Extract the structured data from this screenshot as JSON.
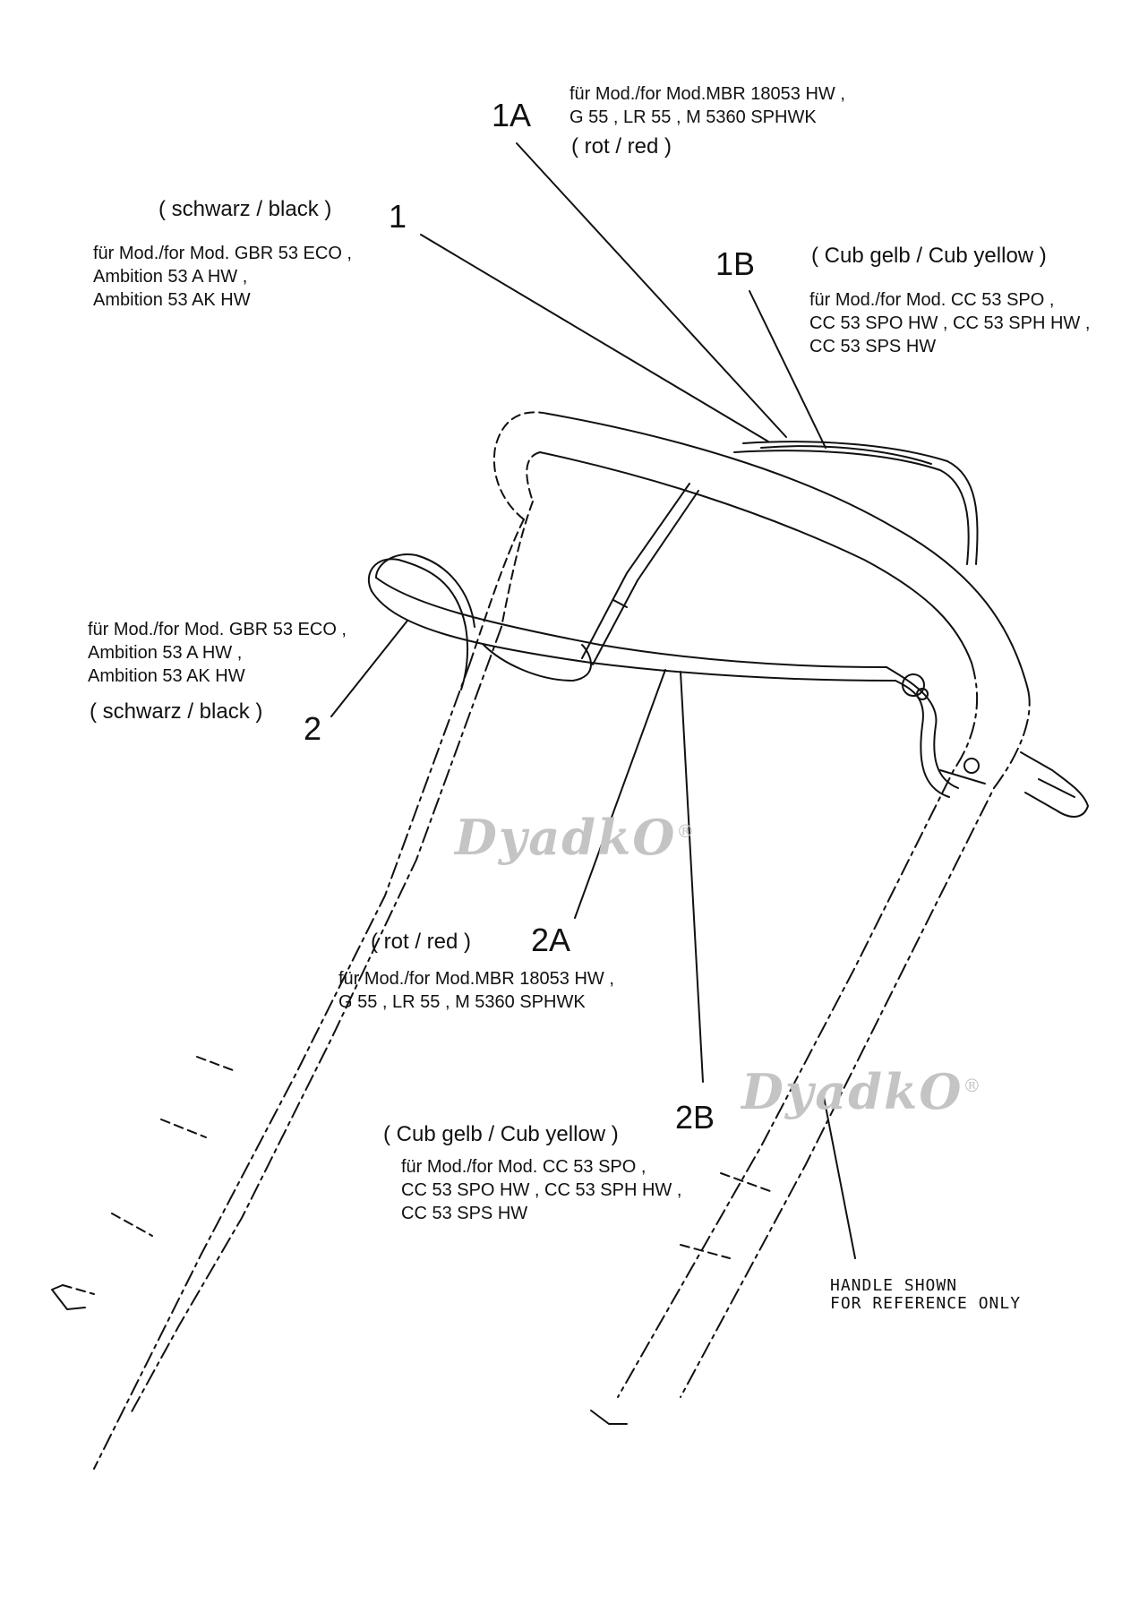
{
  "callouts": {
    "part_1": {
      "number": "1",
      "color": "( schwarz / black )",
      "models": [
        "für Mod./for Mod.  GBR 53 ECO ,",
        "Ambition 53 A HW ,",
        "Ambition 53 AK HW"
      ]
    },
    "part_1A": {
      "number": "1A",
      "models": [
        "für Mod./for Mod.MBR 18053 HW ,",
        "G 55 ,  LR 55 ,  M 5360 SPHWK"
      ],
      "color": "( rot / red )"
    },
    "part_1B": {
      "number": "1B",
      "color": "( Cub gelb / Cub yellow )",
      "models": [
        "für Mod./for Mod.  CC 53 SPO ,",
        "CC 53 SPO HW , CC 53 SPH HW ,",
        "CC 53 SPS HW"
      ]
    },
    "part_2": {
      "number": "2",
      "models": [
        "für Mod./for Mod.  GBR 53 ECO ,",
        "Ambition 53 A HW ,",
        "Ambition 53 AK HW"
      ],
      "color": "( schwarz / black )"
    },
    "part_2A": {
      "number": "2A",
      "color": "( rot / red )",
      "models": [
        "für Mod./for Mod.MBR 18053 HW ,",
        "G 55 ,  LR 55 ,  M 5360 SPHWK"
      ]
    },
    "part_2B": {
      "number": "2B",
      "color": "( Cub gelb / Cub yellow )",
      "models": [
        "für Mod./for Mod.  CC 53 SPO ,",
        "CC 53 SPO HW , CC 53 SPH HW ,",
        "CC 53 SPS HW"
      ]
    }
  },
  "reference_note": [
    "HANDLE SHOWN",
    "FOR REFERENCE ONLY"
  ],
  "watermark": {
    "text": "DyadkO",
    "mark": "®",
    "color": "#c4c4c4"
  },
  "colors": {
    "line": "#111111",
    "background": "#ffffff"
  }
}
